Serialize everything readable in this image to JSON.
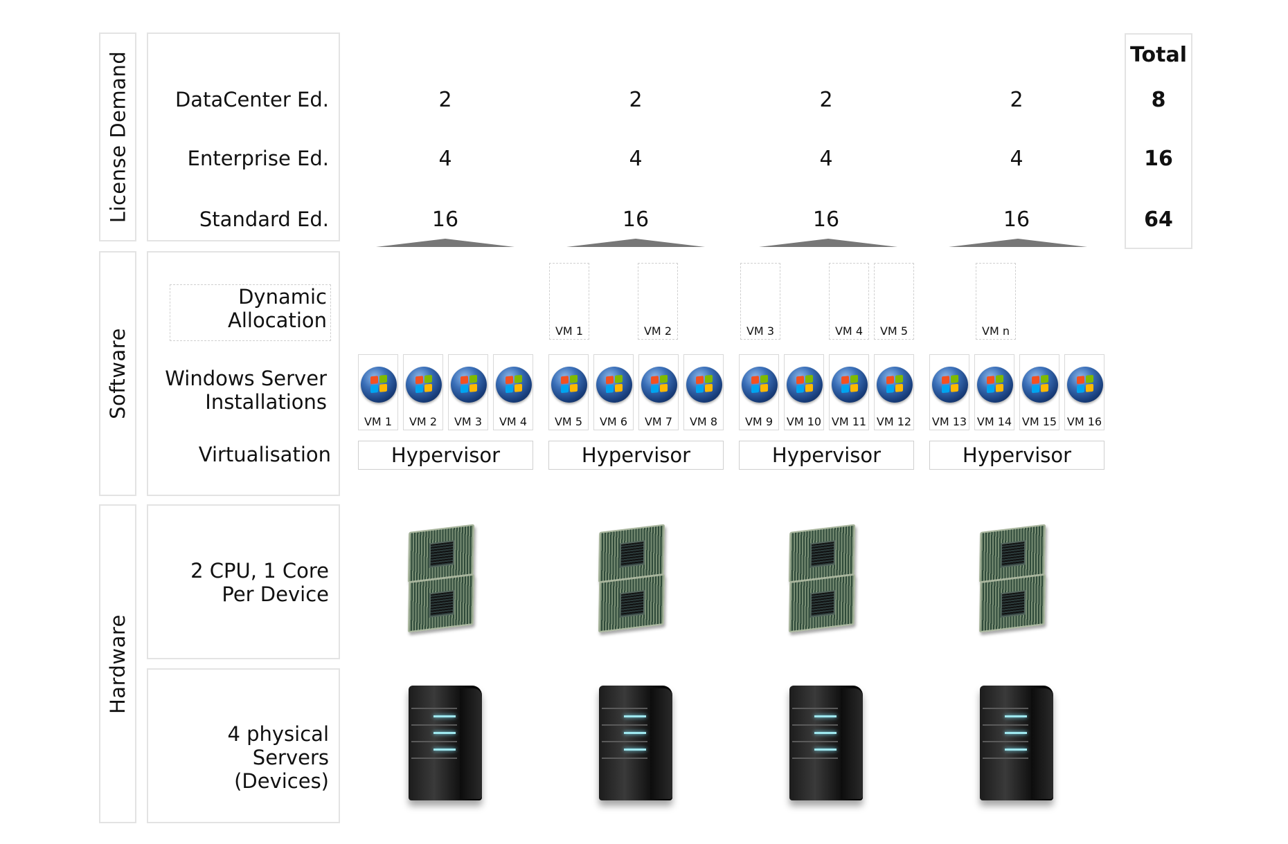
{
  "sections": {
    "license_demand": "License Demand",
    "software": "Software",
    "hardware": "Hardware"
  },
  "row_labels": {
    "datacenter": "DataCenter Ed.",
    "enterprise": "Enterprise Ed.",
    "standard": "Standard Ed.",
    "dynamic": "Dynamic\nAllocation",
    "windows": "Windows Server\nInstallations",
    "virtualisation": "Virtualisation",
    "cpu": "2 CPU, 1 Core\nPer Device",
    "servers": "4 physical Servers\n(Devices)"
  },
  "total": {
    "header": "Total",
    "datacenter": "8",
    "enterprise": "16",
    "standard": "64"
  },
  "servers": [
    {
      "datacenter": "2",
      "enterprise": "4",
      "standard": "16",
      "hypervisor": "Hypervisor",
      "vms": [
        "VM 1",
        "VM 2",
        "VM 3",
        "VM 4"
      ]
    },
    {
      "datacenter": "2",
      "enterprise": "4",
      "standard": "16",
      "hypervisor": "Hypervisor",
      "vms": [
        "VM 5",
        "VM 6",
        "VM 7",
        "VM 8"
      ]
    },
    {
      "datacenter": "2",
      "enterprise": "4",
      "standard": "16",
      "hypervisor": "Hypervisor",
      "vms": [
        "VM 9",
        "VM 10",
        "VM 11",
        "VM 12"
      ]
    },
    {
      "datacenter": "2",
      "enterprise": "4",
      "standard": "16",
      "hypervisor": "Hypervisor",
      "vms": [
        "VM 13",
        "VM 14",
        "VM 15",
        "VM 16"
      ]
    }
  ],
  "dynamic_vms": [
    "VM 1",
    "VM 2",
    "VM 3",
    "VM 4",
    "VM 5",
    "VM n"
  ],
  "icons": {
    "os": "windows-logo-icon",
    "cpu": "cpu-chip-icon",
    "server": "server-tower-icon"
  }
}
